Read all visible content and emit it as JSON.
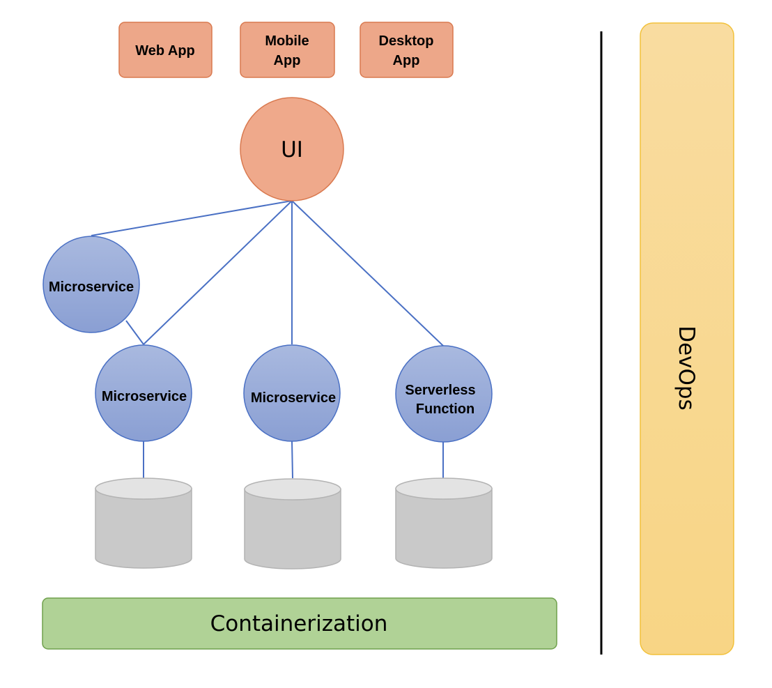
{
  "clients": [
    {
      "id": "web-app",
      "lines": [
        "Web App"
      ]
    },
    {
      "id": "mobile-app",
      "lines": [
        "Mobile",
        "App"
      ]
    },
    {
      "id": "desktop-app",
      "lines": [
        "Desktop",
        "App"
      ]
    }
  ],
  "ui": {
    "label": "UI"
  },
  "services": [
    {
      "id": "microservice-top",
      "lines": [
        "Microservice"
      ]
    },
    {
      "id": "microservice-left",
      "lines": [
        "Microservice"
      ]
    },
    {
      "id": "microservice-middle",
      "lines": [
        "Microservice"
      ]
    },
    {
      "id": "serverless-function",
      "lines": [
        "Serverless",
        "Function"
      ]
    }
  ],
  "databases": [
    "database-1",
    "database-2",
    "database-3"
  ],
  "containerization": {
    "label": "Containerization"
  },
  "devops": {
    "label": "DevOps"
  },
  "colors": {
    "client_fill": "#eda789",
    "client_stroke": "#d9794f",
    "ui_fill": "#efa98b",
    "ui_stroke": "#d9794f",
    "service_fill_top": "#a8b8de",
    "service_fill_bottom": "#8ba0d4",
    "service_stroke": "#4a70c4",
    "connector": "#4a70c4",
    "db_fill": "#c9c9c9",
    "db_top": "#e3e3e3",
    "db_stroke": "#b3b3b3",
    "container_fill": "#b0d296",
    "container_stroke": "#6fa04c",
    "devops_fill": "#f9d992",
    "devops_stroke": "#f2c13a",
    "divider": "#000000"
  }
}
